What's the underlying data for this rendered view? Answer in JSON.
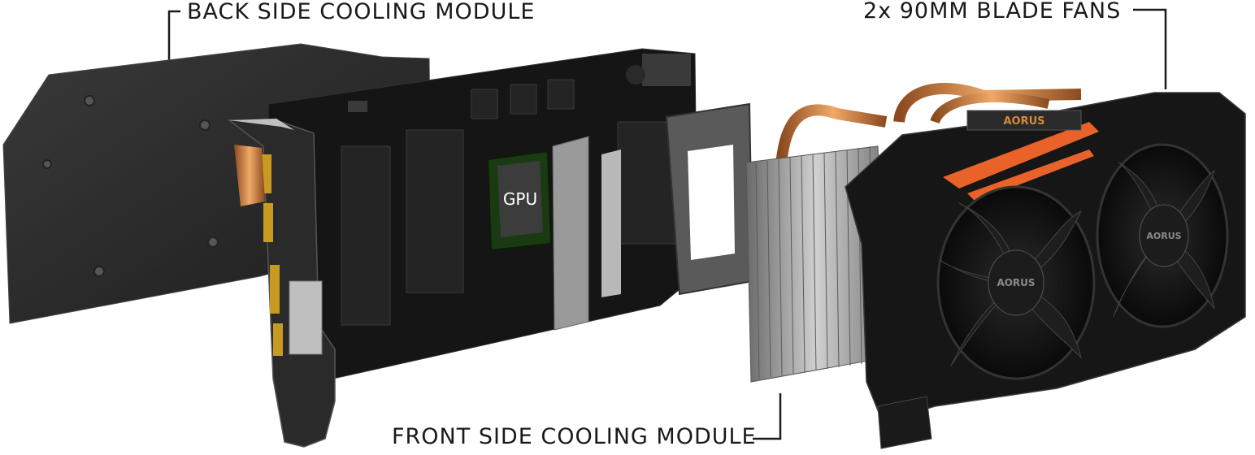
{
  "labels": {
    "back": "BACK SIDE COOLING MODULE",
    "fans": "2x 90MM BLADE FANS",
    "front": "FRONT SIDE COOLING MODULE"
  },
  "chip": {
    "text": "GPU"
  },
  "brand": {
    "text": "AORUS"
  },
  "colors": {
    "plate": "#2b2b2b",
    "pcb": "#1a1a1a",
    "copper": "#c97a3c",
    "accent": "#e8622a",
    "fin": "#9a9a9a"
  }
}
